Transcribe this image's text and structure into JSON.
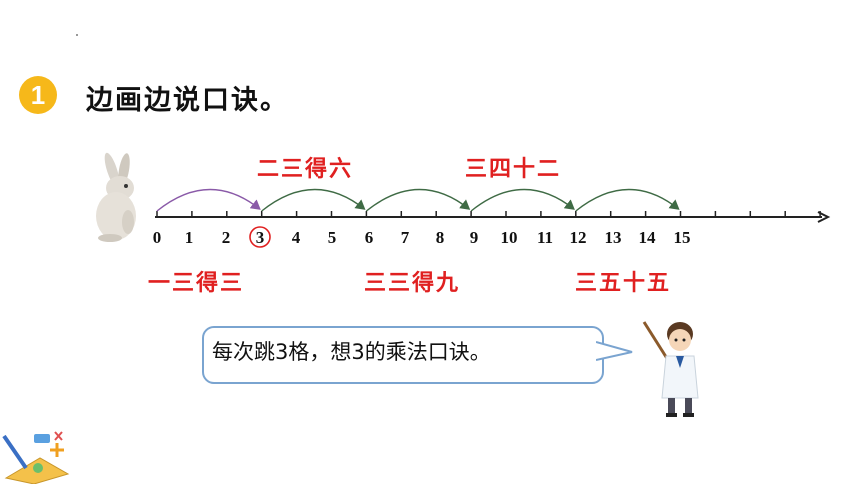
{
  "section": {
    "number": "1",
    "title": "边画边说口诀。"
  },
  "number_line": {
    "labels": [
      "0",
      "1",
      "2",
      "3",
      "4",
      "5",
      "6",
      "7",
      "8",
      "9",
      "10",
      "11",
      "12",
      "13",
      "14",
      "15"
    ],
    "circled_label": "3",
    "jumps": [
      [
        0,
        3
      ],
      [
        3,
        6
      ],
      [
        6,
        9
      ],
      [
        9,
        12
      ],
      [
        12,
        15
      ]
    ]
  },
  "rhymes": {
    "top": [
      "二三得六",
      "三四十二"
    ],
    "bottom": [
      "一三得三",
      "三三得九",
      "三五十五"
    ]
  },
  "speech": {
    "text": "每次跳3格，想3的乘法口诀。"
  },
  "colors": {
    "accent": "#f6b81a",
    "rhyme": "#e02020",
    "arc_first": "#8a5aa8",
    "arc_rest": "#3f6b45",
    "bubble_border": "#7aa4d0"
  },
  "icons": [
    "rabbit-illustration",
    "teacher-illustration",
    "stationery-decoration-icon"
  ]
}
